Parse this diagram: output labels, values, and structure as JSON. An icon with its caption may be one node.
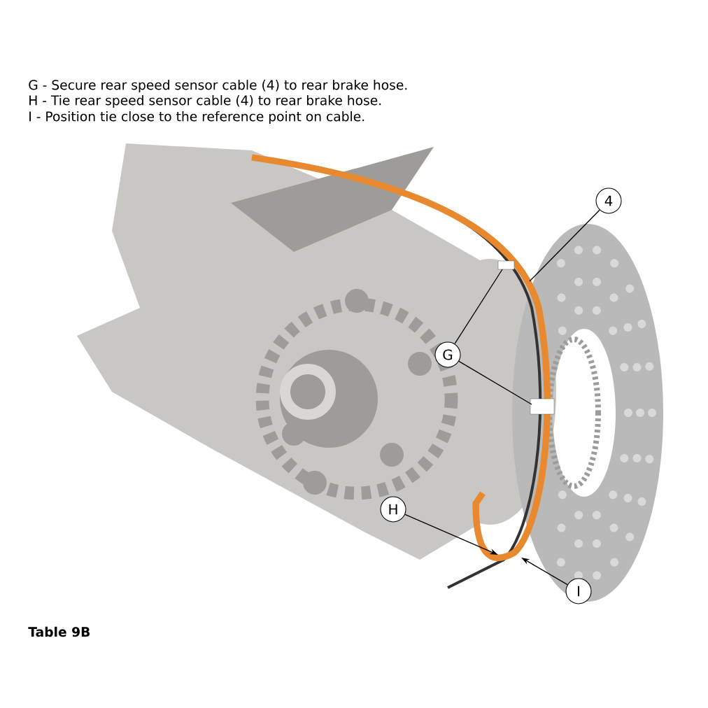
{
  "diagram": {
    "caption": "Table 9B",
    "nodes": [
      {
        "text": [],
        "shape": "picture"
      },
      {
        "text": [
          "4"
        ]
      },
      {
        "text": [
          "G"
        ],
        "in": 0
      },
      {
        "text": [
          "H"
        ],
        "in": 0
      },
      {
        "text": [
          "I"
        ]
      }
    ],
    "edges": [
      {
        "from": 1,
        "to": 0,
        "arrow": "none"
      },
      {
        "from": 2,
        "to": 0,
        "arrow": "none"
      },
      {
        "from": 2,
        "to": 0,
        "arrow": "none"
      },
      {
        "from": 3,
        "to": 0,
        "arrow": "to"
      },
      {
        "from": 4,
        "to": 0,
        "arrow": "to"
      }
    ],
    "labels": [
      "G - Secure rear speed sensor cable (4) to rear brake hose.",
      "H - Tie rear speed sensor cable (4) to rear brake hose.",
      "I - Position tie close to the reference point on cable."
    ]
  }
}
